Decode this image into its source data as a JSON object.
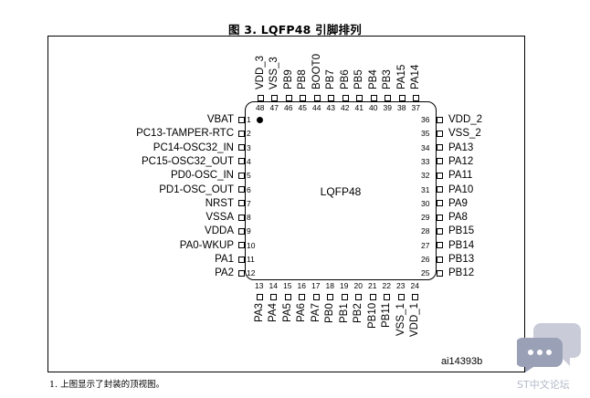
{
  "title": "图 3. LQFP48 引脚排列",
  "chip_label": "LQFP48",
  "figure_ref": "ai14393b",
  "footnote": "1.   上图显示了封装的顶视图。",
  "watermark": "ST中文论坛",
  "pins": {
    "left": [
      {
        "num": "1",
        "name": "VBAT"
      },
      {
        "num": "2",
        "name": "PC13-TAMPER-RTC"
      },
      {
        "num": "3",
        "name": "PC14-OSC32_IN"
      },
      {
        "num": "4",
        "name": "PC15-OSC32_OUT"
      },
      {
        "num": "5",
        "name": "PD0-OSC_IN"
      },
      {
        "num": "6",
        "name": "PD1-OSC_OUT"
      },
      {
        "num": "7",
        "name": "NRST"
      },
      {
        "num": "8",
        "name": "VSSA"
      },
      {
        "num": "9",
        "name": "VDDA"
      },
      {
        "num": "10",
        "name": "PA0-WKUP"
      },
      {
        "num": "11",
        "name": "PA1"
      },
      {
        "num": "12",
        "name": "PA2"
      }
    ],
    "bottom": [
      {
        "num": "13",
        "name": "PA3"
      },
      {
        "num": "14",
        "name": "PA4"
      },
      {
        "num": "15",
        "name": "PA5"
      },
      {
        "num": "16",
        "name": "PA6"
      },
      {
        "num": "17",
        "name": "PA7"
      },
      {
        "num": "18",
        "name": "PB0"
      },
      {
        "num": "19",
        "name": "PB1"
      },
      {
        "num": "20",
        "name": "PB2"
      },
      {
        "num": "21",
        "name": "PB10"
      },
      {
        "num": "22",
        "name": "PB11"
      },
      {
        "num": "23",
        "name": "VSS_1"
      },
      {
        "num": "24",
        "name": "VDD_1"
      }
    ],
    "right": [
      {
        "num": "36",
        "name": "VDD_2"
      },
      {
        "num": "35",
        "name": "VSS_2"
      },
      {
        "num": "34",
        "name": "PA13"
      },
      {
        "num": "33",
        "name": "PA12"
      },
      {
        "num": "32",
        "name": "PA11"
      },
      {
        "num": "31",
        "name": "PA10"
      },
      {
        "num": "30",
        "name": "PA9"
      },
      {
        "num": "29",
        "name": "PA8"
      },
      {
        "num": "28",
        "name": "PB15"
      },
      {
        "num": "27",
        "name": "PB14"
      },
      {
        "num": "26",
        "name": "PB13"
      },
      {
        "num": "25",
        "name": "PB12"
      }
    ],
    "top": [
      {
        "num": "48",
        "name": "VDD_3"
      },
      {
        "num": "47",
        "name": "VSS_3"
      },
      {
        "num": "46",
        "name": "PB9"
      },
      {
        "num": "45",
        "name": "PB8"
      },
      {
        "num": "44",
        "name": "BOOT0"
      },
      {
        "num": "43",
        "name": "PB7"
      },
      {
        "num": "42",
        "name": "PB6"
      },
      {
        "num": "41",
        "name": "PB5"
      },
      {
        "num": "40",
        "name": "PB4"
      },
      {
        "num": "39",
        "name": "PB3"
      },
      {
        "num": "38",
        "name": "PA15"
      },
      {
        "num": "37",
        "name": "PA14"
      }
    ]
  }
}
